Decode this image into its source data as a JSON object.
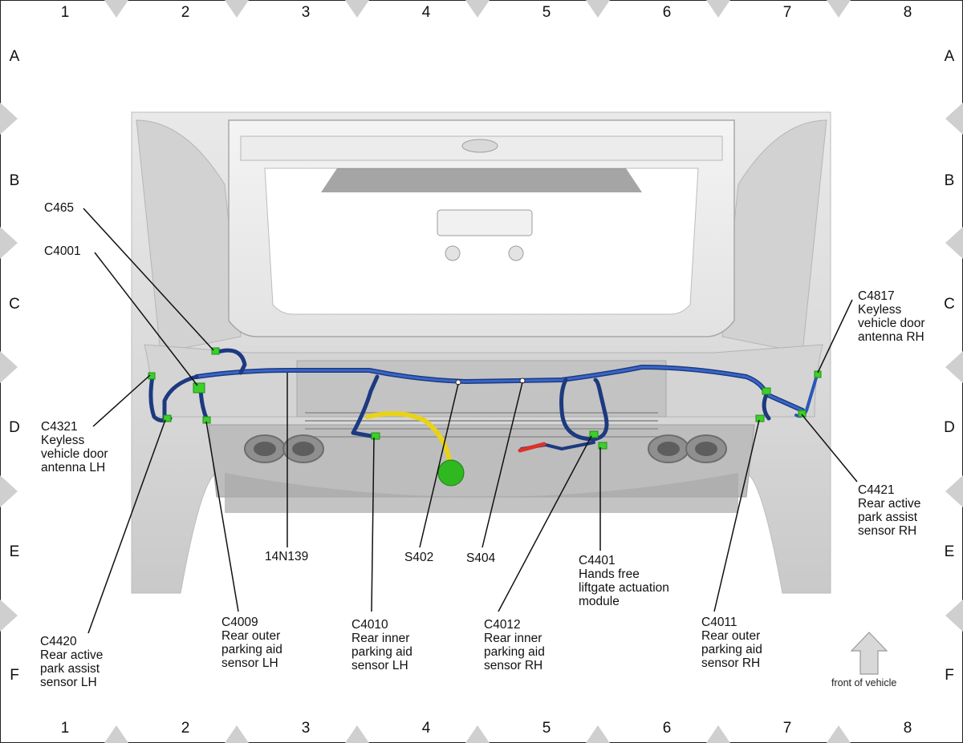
{
  "grid": {
    "columns": [
      "1",
      "2",
      "3",
      "4",
      "5",
      "6",
      "7",
      "8"
    ],
    "rows": [
      "A",
      "B",
      "C",
      "D",
      "E",
      "F"
    ]
  },
  "callouts": {
    "c465": {
      "lines": [
        "C465"
      ]
    },
    "c4001": {
      "lines": [
        "C4001"
      ]
    },
    "c4321": {
      "lines": [
        "C4321",
        "Keyless",
        "vehicle door",
        "antenna LH"
      ]
    },
    "c4817": {
      "lines": [
        "C4817",
        "Keyless",
        "vehicle door",
        "antenna RH"
      ]
    },
    "c4421": {
      "lines": [
        "C4421",
        "Rear active",
        "park assist",
        "sensor RH"
      ]
    },
    "n14n139": {
      "lines": [
        "14N139"
      ]
    },
    "s402": {
      "lines": [
        "S402"
      ]
    },
    "s404": {
      "lines": [
        "S404"
      ]
    },
    "c4401": {
      "lines": [
        "C4401",
        "Hands free",
        "liftgate actuation",
        "module"
      ]
    },
    "c4420": {
      "lines": [
        "C4420",
        "Rear active",
        "park assist",
        "sensor LH"
      ]
    },
    "c4009": {
      "lines": [
        "C4009",
        "Rear outer",
        "parking aid",
        "sensor LH"
      ]
    },
    "c4010": {
      "lines": [
        "C4010",
        "Rear inner",
        "parking aid",
        "sensor LH"
      ]
    },
    "c4012": {
      "lines": [
        "C4012",
        "Rear inner",
        "parking aid",
        "sensor RH"
      ]
    },
    "c4011": {
      "lines": [
        "C4011",
        "Rear outer",
        "parking aid",
        "sensor RH"
      ]
    }
  },
  "orientation": {
    "label": "front of vehicle",
    "icon": "up-arrow-icon"
  },
  "colors": {
    "harness": "#2c56b8",
    "harness_dark": "#1d3a80",
    "connector": "#3ccf2a",
    "yellow_branch": "#e8d21a",
    "red_branch": "#d9332a",
    "vehicle_body": "#dadada"
  }
}
